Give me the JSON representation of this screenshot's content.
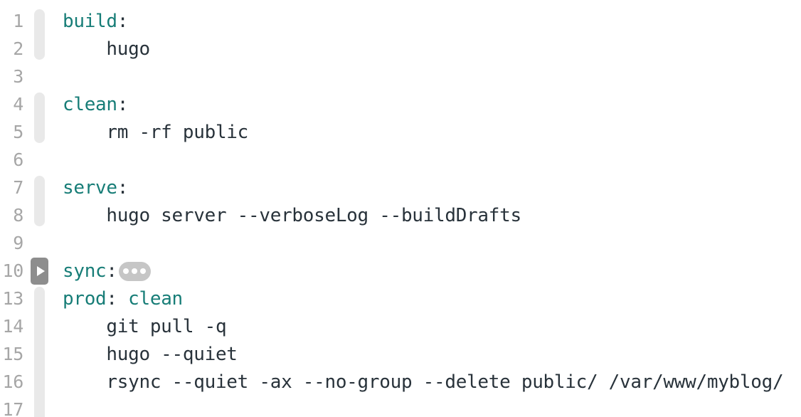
{
  "editor": {
    "language": "makefile",
    "colors": {
      "background": "#ffffff",
      "target_name": "#177d77",
      "code_text": "#28323a",
      "line_number": "#a6a6a6",
      "gutter_bar": "#e9e9e9",
      "fold_button_bg": "#8d8d8d",
      "fold_button_arrow": "#ffffff",
      "fold_pill_bg": "#c6c6c6",
      "fold_pill_dots": "#ffffff"
    },
    "folded_region": {
      "start_line": "10",
      "next_visible_line": "13",
      "hidden_lines": "11-12"
    }
  },
  "lines": [
    {
      "number": "1",
      "target": "build",
      "punct": ":"
    },
    {
      "number": "2",
      "text": "    hugo"
    },
    {
      "number": "3"
    },
    {
      "number": "4",
      "target": "clean",
      "punct": ":"
    },
    {
      "number": "5",
      "text": "    rm -rf public"
    },
    {
      "number": "6"
    },
    {
      "number": "7",
      "target": "serve",
      "punct": ":"
    },
    {
      "number": "8",
      "text": "    hugo server --verboseLog --buildDrafts"
    },
    {
      "number": "9"
    },
    {
      "number": "10",
      "target": "sync",
      "punct": ":",
      "folded": true
    },
    {
      "number": "13",
      "target": "prod",
      "punct": ":",
      "dep": " clean"
    },
    {
      "number": "14",
      "text": "    git pull -q"
    },
    {
      "number": "15",
      "text": "    hugo --quiet"
    },
    {
      "number": "16",
      "text": "    rsync --quiet -ax --no-group --delete public/ /var/www/myblog/"
    },
    {
      "number": "17"
    }
  ]
}
